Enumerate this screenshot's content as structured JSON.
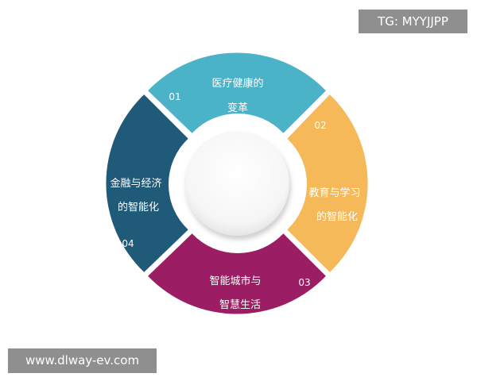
{
  "watermarks": {
    "top_right": "TG: MYYJJPP",
    "bottom_left": "www.dlway-ev.com"
  },
  "segments": [
    {
      "number": "01",
      "line1": "医疗健康的",
      "line2": "变革",
      "color": "#4bb3c8"
    },
    {
      "number": "02",
      "line1": "教育与学习",
      "line2": "的智能化",
      "color": "#f5b95a"
    },
    {
      "number": "03",
      "line1": "智能城市与",
      "line2": "智慧生活",
      "color": "#9b1d63"
    },
    {
      "number": "04",
      "line1": "金融与经济",
      "line2": "的智能化",
      "color": "#1f5a78"
    }
  ]
}
